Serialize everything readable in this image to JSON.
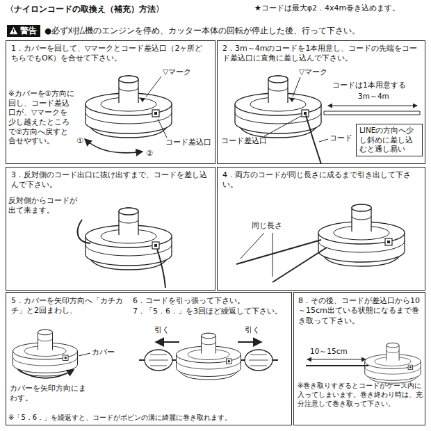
{
  "diagram": {
    "title": "〈ナイロンコードの取換え（補充）方法〉",
    "nodes": [
      {
        "text": [
          "警告"
        ]
      },
      {
        "text": [
          "1．カバーを回して、▽マークとコード差込口（2ヶ所どちらでもOK）を合せて下さい。"
        ]
      },
      {
        "text": [
          "2．3m～4mのコードを1本用意し、コードの先端をコード差込口に直角に差し込んで下さい。"
        ]
      },
      {
        "text": [
          "LINEの方向へ少し斜めに差し込むと通し易い"
        ],
        "in": 2
      },
      {
        "text": [
          "3．反対側のコード出口に抜け出すまで、コードを差し込んで下さい。"
        ]
      },
      {
        "text": [
          "4．両方のコードが同じ長さに成るまで引き出して下さい。"
        ]
      },
      {
        "text": [
          "5．カバーを矢印方向へ「カチカチ」と2回まわし、",
          "6．コードを引っ張って下さい。",
          "7．「5．6．」を3回ほど繰返して下さい。"
        ]
      },
      {
        "text": [
          "8．その後、コードが差込口から10～15cm出ている状態になるまで巻き取って下さい。"
        ]
      }
    ],
    "labels": [
      "★コードは最大φ2．4x4m巻き込めます。",
      "●必ず刈払機のエンジンを停め、カッター本体の回転が停止した後、行って下さい。",
      "▽マーク",
      "①",
      "②",
      "コード差込口",
      "※カバーを①方向に回し、コード差込口が、▽マークを少し越えたところで②方向へ戻すと合せやすい。",
      "▽マーク",
      "コードは1本用意する",
      "3m～4m",
      "コード差込口",
      "コード",
      "反対側からコードが出て来ます。",
      "同じ長さ",
      "引く",
      "引く",
      "カバー",
      "カバーを矢印方向にまわす。",
      "※「5．6．」を繰返すと、コードがボビンの溝に綺麗に巻き取れます。",
      "10～15cm",
      "※巻き取りすぎるとコードがケース内に入ってしまいます。巻き終わり時は、充分注意して巻き取って下さい。"
    ]
  }
}
